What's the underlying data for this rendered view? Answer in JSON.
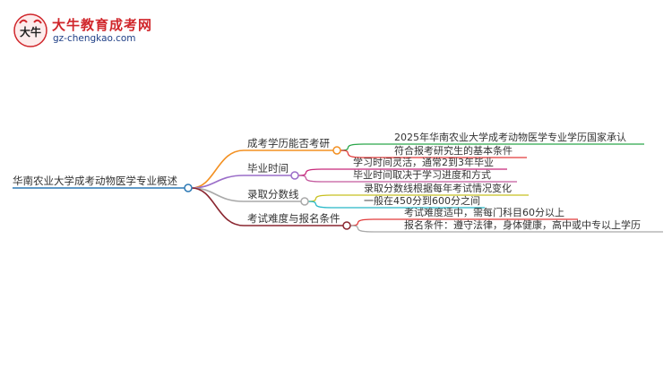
{
  "logo": {
    "site_name": "大牛教育成考网",
    "domain": "gz-chengkao.com",
    "mark_text": "大牛"
  },
  "mindmap": {
    "root": "华南农业大学成考动物医学专业概述",
    "branches": [
      {
        "label": "成考学历能否考研",
        "color": "#f39021",
        "children": [
          {
            "label": "2025年华南农业大学成考动物医学专业学历国家承认",
            "color": "#2aa64a"
          },
          {
            "label": "符合报考研究生的基本条件",
            "color": "#e23b3b"
          }
        ]
      },
      {
        "label": "毕业时间",
        "color": "#9a6dc8",
        "children": [
          {
            "label": "学习时间灵活，通常2到3年毕业",
            "color": "#c8287a"
          },
          {
            "label": "毕业时间取决于学习进度和方式",
            "color": "#c45a9e"
          }
        ]
      },
      {
        "label": "录取分数线",
        "color": "#a9a9a9",
        "children": [
          {
            "label": "录取分数线根据每年考试情况变化",
            "color": "#c8c020"
          },
          {
            "label": "一般在450分到600分之间",
            "color": "#27b8c8"
          }
        ]
      },
      {
        "label": "考试难度与报名条件",
        "color": "#8a2630",
        "children": [
          {
            "label": "考试难度适中，需每门科目60分以上",
            "color": "#e23b3b"
          },
          {
            "label": "报名条件：遵守法律，身体健康，高中或中专以上学历",
            "color": "#a9a9a9"
          }
        ]
      }
    ]
  },
  "colors": {
    "root_line": "#2c79b5",
    "node_fill": "#ffffff"
  }
}
